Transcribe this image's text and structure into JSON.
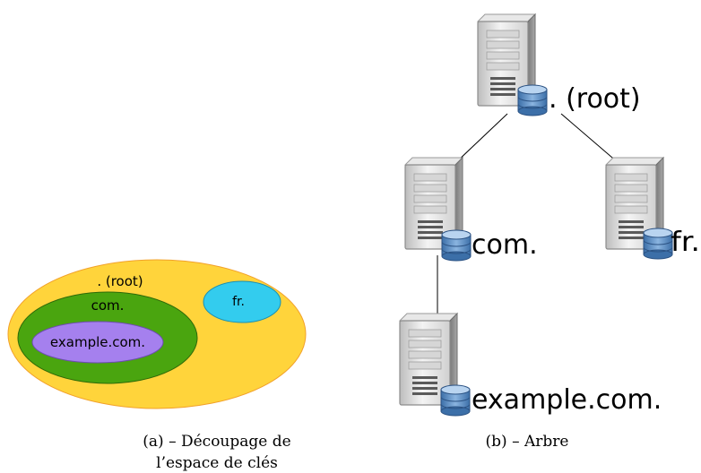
{
  "left_figure": {
    "root_label": ". (root)",
    "fr_label": "fr.",
    "com_label": "com.",
    "example_label": "example.com.",
    "caption_line1": "(a) – Découpage de",
    "caption_line2": "l’espace de clés",
    "colors": {
      "root_fill": "#ffd43b",
      "root_stroke": "#f2a12a",
      "fr_fill": "#33ccee",
      "fr_stroke": "#1c8fb0",
      "com_fill": "#4aa50f",
      "com_stroke": "#2f6a08",
      "example_fill": "#a580ee",
      "example_stroke": "#6d4bb0"
    }
  },
  "right_figure": {
    "nodes": [
      {
        "id": "root",
        "label": ". (root)",
        "server_icon": "server-icon",
        "db_icon": "database-icon"
      },
      {
        "id": "com",
        "label": "com.",
        "server_icon": "server-icon",
        "db_icon": "database-icon"
      },
      {
        "id": "fr",
        "label": "fr.",
        "server_icon": "server-icon",
        "db_icon": "database-icon"
      },
      {
        "id": "example",
        "label": "example.com.",
        "server_icon": "server-icon",
        "db_icon": "database-icon"
      }
    ],
    "edges": [
      [
        "root",
        "com"
      ],
      [
        "root",
        "fr"
      ],
      [
        "com",
        "example"
      ]
    ],
    "caption": "(b) – Arbre"
  }
}
